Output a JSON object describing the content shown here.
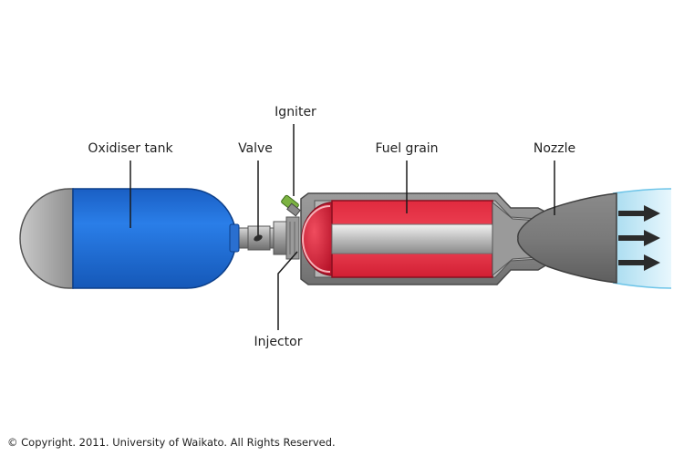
{
  "diagram": {
    "labels": {
      "oxidiser_tank": "Oxidiser tank",
      "valve": "Valve",
      "igniter": "Igniter",
      "fuel_grain": "Fuel grain",
      "nozzle": "Nozzle",
      "injector": "Injector"
    },
    "colors": {
      "oxidiser_tank": "#1f6fd6",
      "tank_cap": "#a9a9a9",
      "fuel_grain": "#e63246",
      "casing": "#8c8c8c",
      "nozzle": "#7a7a7a",
      "igniter": "#7cb342",
      "exhaust_plume": "#bfe6f5",
      "thrust_arrows": "#2b2b2b"
    }
  },
  "footer": {
    "copyright": "© Copyright. 2011. University of Waikato. All Rights Reserved."
  }
}
